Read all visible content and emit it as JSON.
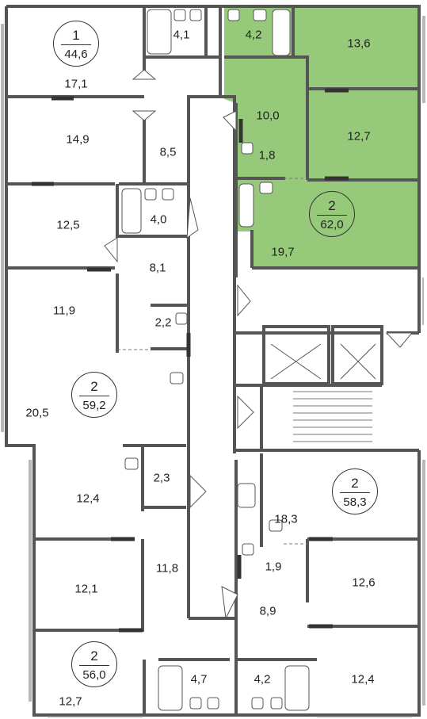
{
  "colors": {
    "highlight": "#97c97a",
    "wall": "#555555",
    "window": "#888888",
    "door_bar": "#333333",
    "background": "#ffffff"
  },
  "apartments": [
    {
      "id": "apt-1-44-6",
      "rooms": "1",
      "area": "44,6",
      "highlighted": false
    },
    {
      "id": "apt-2-62-0",
      "rooms": "2",
      "area": "62,0",
      "highlighted": true
    },
    {
      "id": "apt-2-59-2",
      "rooms": "2",
      "area": "59,2",
      "highlighted": false
    },
    {
      "id": "apt-2-58-3",
      "rooms": "2",
      "area": "58,3",
      "highlighted": false
    },
    {
      "id": "apt-2-56-0",
      "rooms": "2",
      "area": "56,0",
      "highlighted": false
    }
  ],
  "rooms": [
    "17,1",
    "14,9",
    "4,1",
    "8,5",
    "4,2",
    "13,6",
    "10,0",
    "12,7",
    "1,8",
    "19,7",
    "12,5",
    "4,0",
    "8,1",
    "11,9",
    "2,2",
    "20,5",
    "12,4",
    "2,3",
    "11,8",
    "12,1",
    "4,7",
    "12,7",
    "18,3",
    "1,9",
    "12,6",
    "8,9",
    "12,4",
    "4,2"
  ]
}
